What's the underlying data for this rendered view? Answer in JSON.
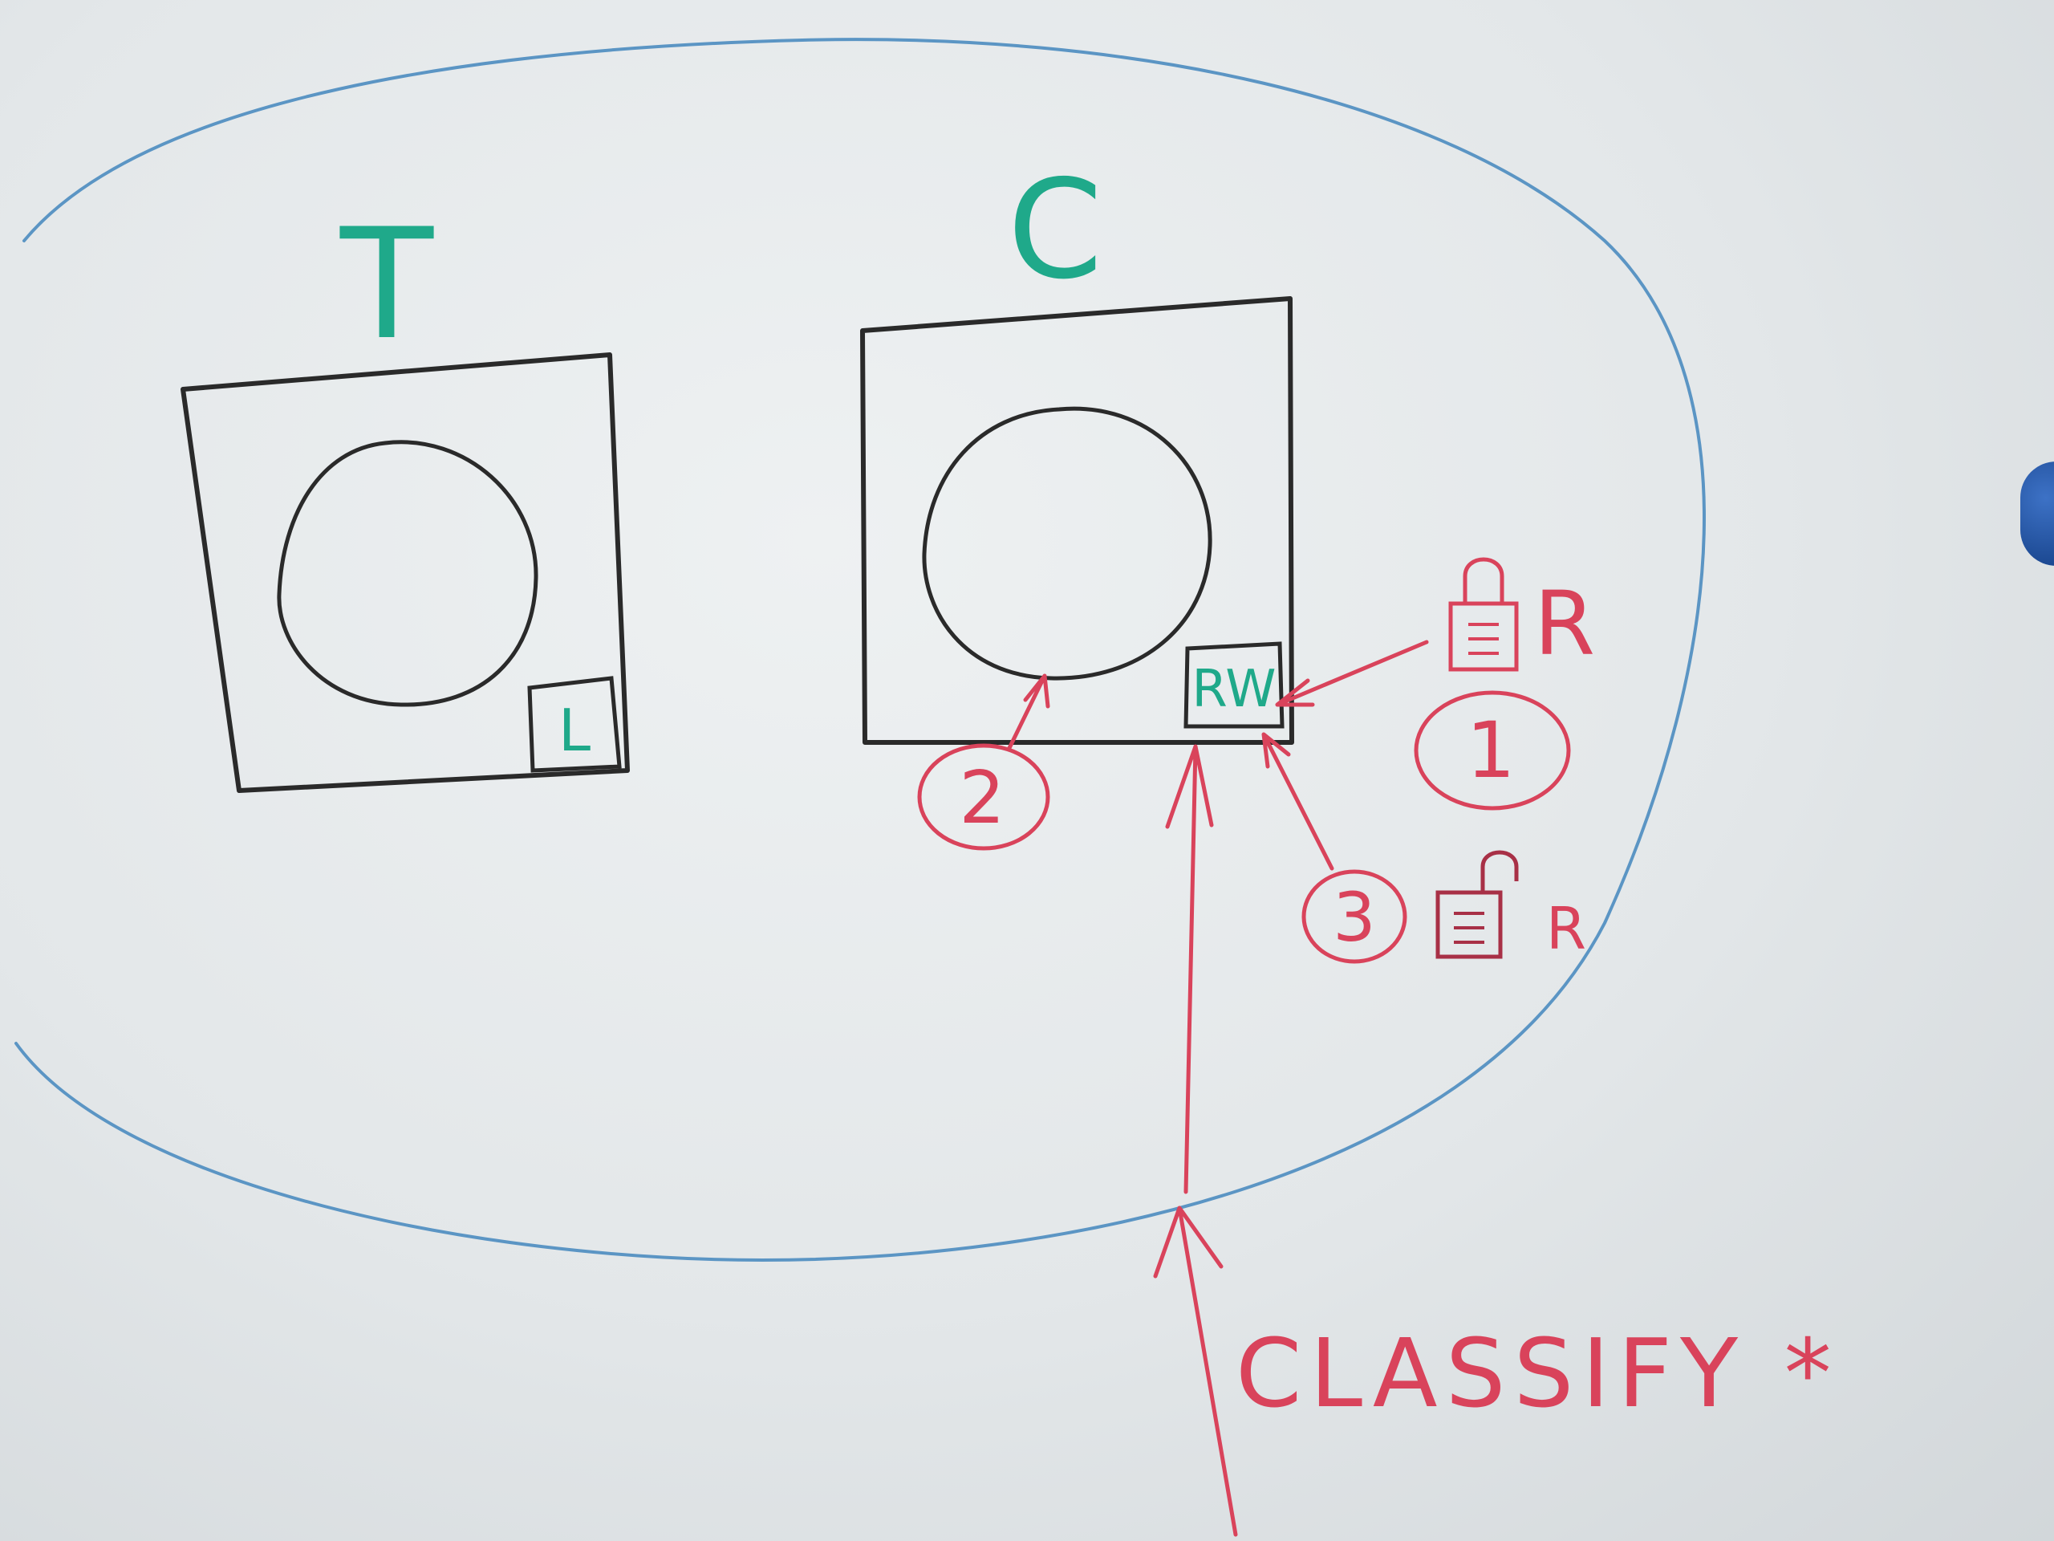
{
  "colors": {
    "board": "#e3e7e9",
    "black_marker": "#2a2a2a",
    "blue_marker": "#5b95c4",
    "green_marker": "#1fa98a",
    "red_marker": "#d9435b",
    "magnet": "#1a4fa0"
  },
  "left_box": {
    "label": "T",
    "lock_badge": "L"
  },
  "right_box": {
    "label": "C",
    "lock_badge": "RW"
  },
  "steps": [
    {
      "number": "1",
      "lock_state": "locked",
      "lock_label": "R"
    },
    {
      "number": "2"
    },
    {
      "number": "3",
      "lock_state": "unlocked",
      "lock_label": "R"
    }
  ],
  "command": "CLASSIFY *",
  "icons": {
    "locked": "padlock-closed-icon",
    "unlocked": "padlock-open-icon"
  }
}
